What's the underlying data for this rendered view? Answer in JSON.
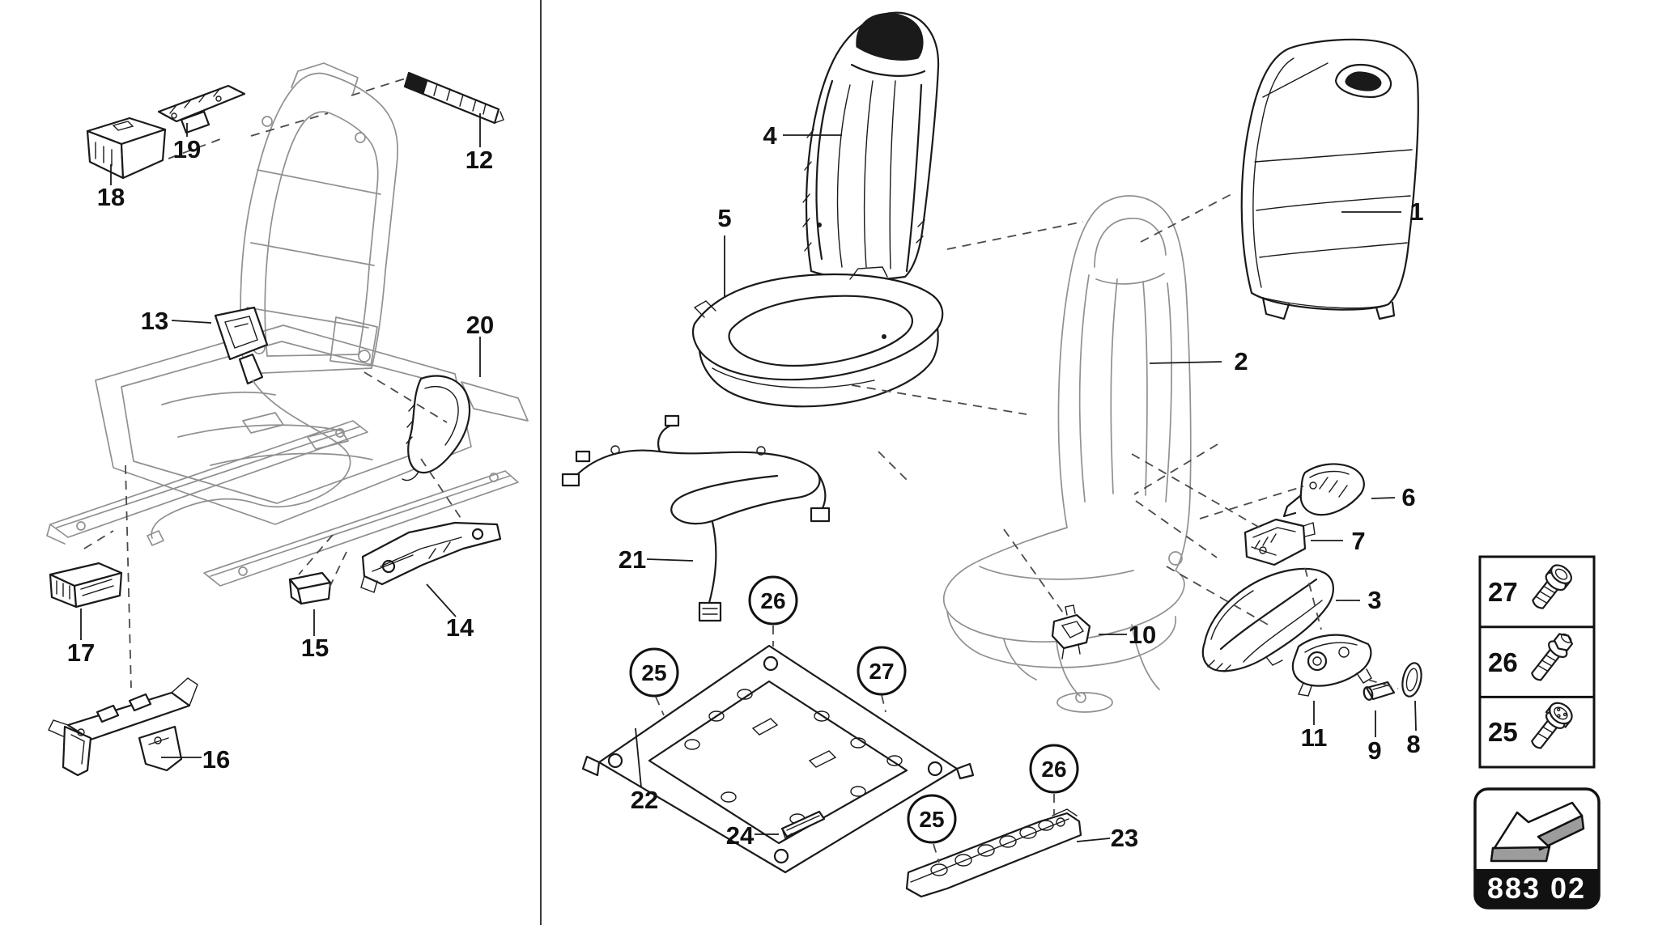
{
  "diagram": {
    "kind": "exploded-parts-diagram",
    "page_code": "883 02"
  },
  "colors": {
    "line_dark": "#1a1a1a",
    "line_light": "#909090",
    "dash_line": "#4a4a4a",
    "badge_bg": "#111111",
    "badge_text": "#ffffff",
    "arrow_gray": "#9c9c9c",
    "paper": "#ffffff"
  },
  "callouts": {
    "c1": "1",
    "c2": "2",
    "c3": "3",
    "c4": "4",
    "c5": "5",
    "c6": "6",
    "c7": "7",
    "c8": "8",
    "c9": "9",
    "c10": "10",
    "c11": "11",
    "c12": "12",
    "c13": "13",
    "c14": "14",
    "c15": "15",
    "c16": "16",
    "c17": "17",
    "c18": "18",
    "c19": "19",
    "c20": "20",
    "c21": "21",
    "c22": "22",
    "c23": "23",
    "c24": "24"
  },
  "circled_callouts": {
    "c25": "25",
    "c26": "26",
    "c27": "27"
  },
  "legend": {
    "rows": [
      {
        "ref": "27",
        "icon": "socket-flange-bolt-icon"
      },
      {
        "ref": "26",
        "icon": "hex-flange-bolt-icon"
      },
      {
        "ref": "25",
        "icon": "torx-flange-bolt-icon"
      }
    ]
  },
  "badge": {
    "icon": "exploded-view-arrow-icon",
    "code": "883 02"
  }
}
